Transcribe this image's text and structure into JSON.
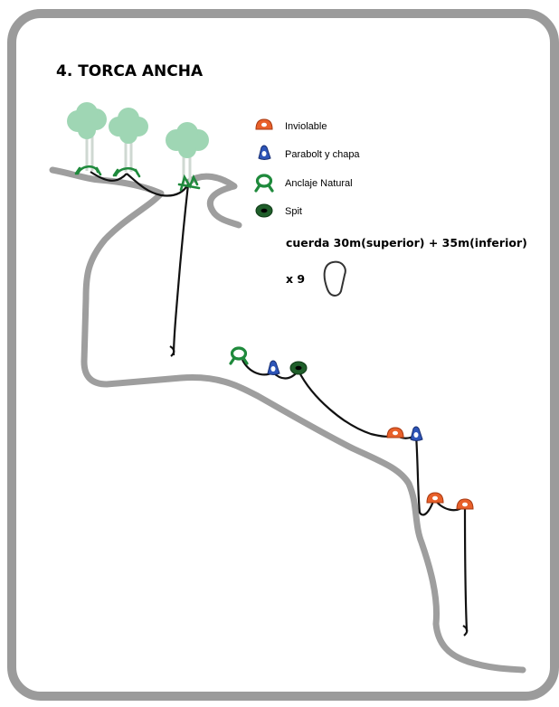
{
  "title": "4. TORCA ANCHA",
  "legend": {
    "items": [
      {
        "icon": "inviolable-anchor-icon",
        "label": "Inviolable"
      },
      {
        "icon": "parabolt-chapa-icon",
        "label": "Parabolt y chapa"
      },
      {
        "icon": "natural-anchor-icon",
        "label": "Anclaje Natural"
      },
      {
        "icon": "spit-icon",
        "label": "Spit"
      }
    ]
  },
  "rope_info": "cuerda 30m(superior) + 35m(inferior)",
  "carabiner_count": "x 9",
  "colors": {
    "frame": "#9b9b9b",
    "cave_wall": "#9e9e9e",
    "rope": "#111111",
    "tree": "#9fd6b4",
    "inviolable": "#e8602a",
    "parabolt": "#2e55b8",
    "natural": "#1f8a3c",
    "spit": "#1f5e2a"
  }
}
